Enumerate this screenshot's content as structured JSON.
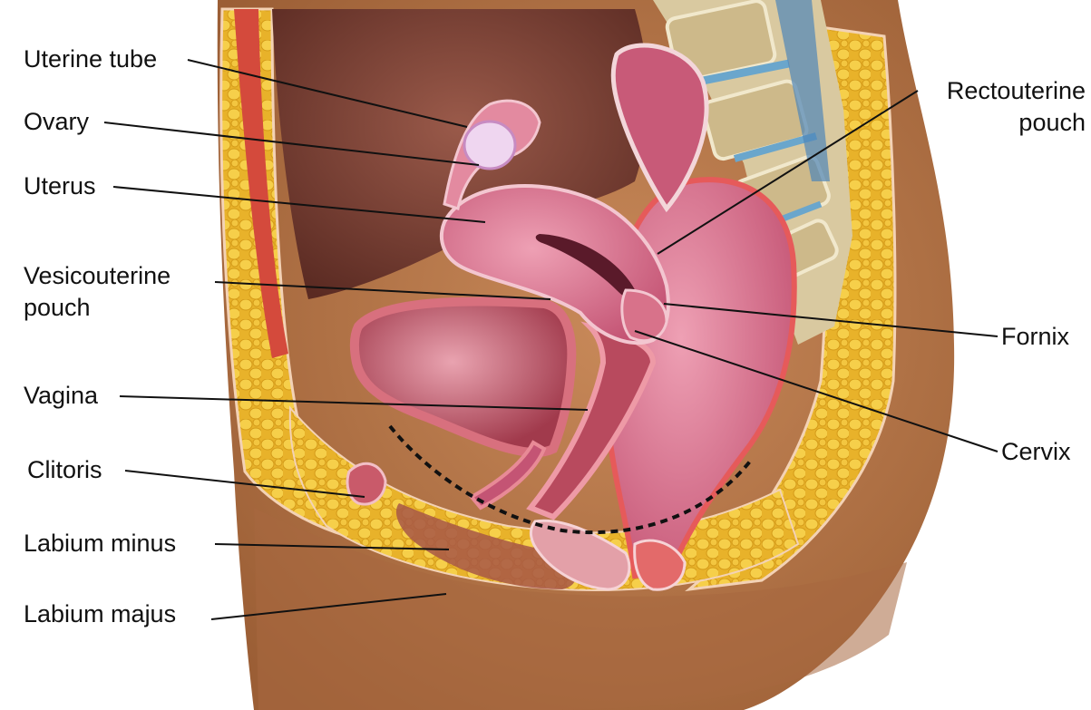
{
  "labels": {
    "uterine_tube": "Uterine tube",
    "ovary": "Ovary",
    "uterus": "Uterus",
    "vesicouterine_pouch_1": "Vesicouterine",
    "vesicouterine_pouch_2": "pouch",
    "vagina": "Vagina",
    "clitoris": "Clitoris",
    "labium_minus": "Labium minus",
    "labium_majus": "Labium majus",
    "rectouterine_pouch_1": "Rectouterine",
    "rectouterine_pouch_2": "pouch",
    "fornix": "Fornix",
    "cervix": "Cervix"
  },
  "colors": {
    "skin": "#b9784a",
    "skin_light": "#d9a57a",
    "fat": "#f0c23a",
    "fat_dark": "#d9a21c",
    "muscle": "#d64a3e",
    "cavity": "#7a3f33",
    "organ_pink": "#d8728a",
    "organ_light": "#efa9b8",
    "bladder": "#c95a6a",
    "bone": "#cdb98a",
    "disc": "#6aa6cc",
    "leader": "#111111"
  }
}
